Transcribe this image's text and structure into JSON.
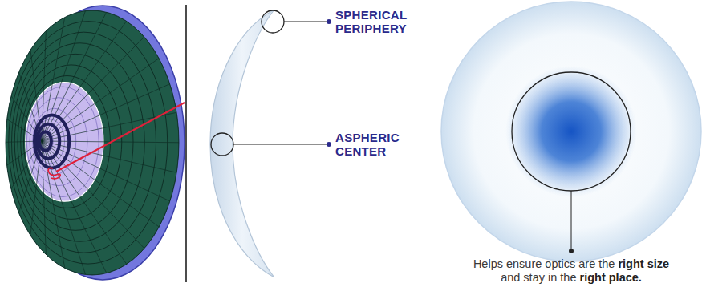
{
  "diagram": {
    "labels": [
      "SPHERICAL PERIPHERY",
      "ASPHERIC CENTER",
      "Helps ensure optics are the",
      "right size",
      "and stay in the",
      "right place."
    ]
  }
}
